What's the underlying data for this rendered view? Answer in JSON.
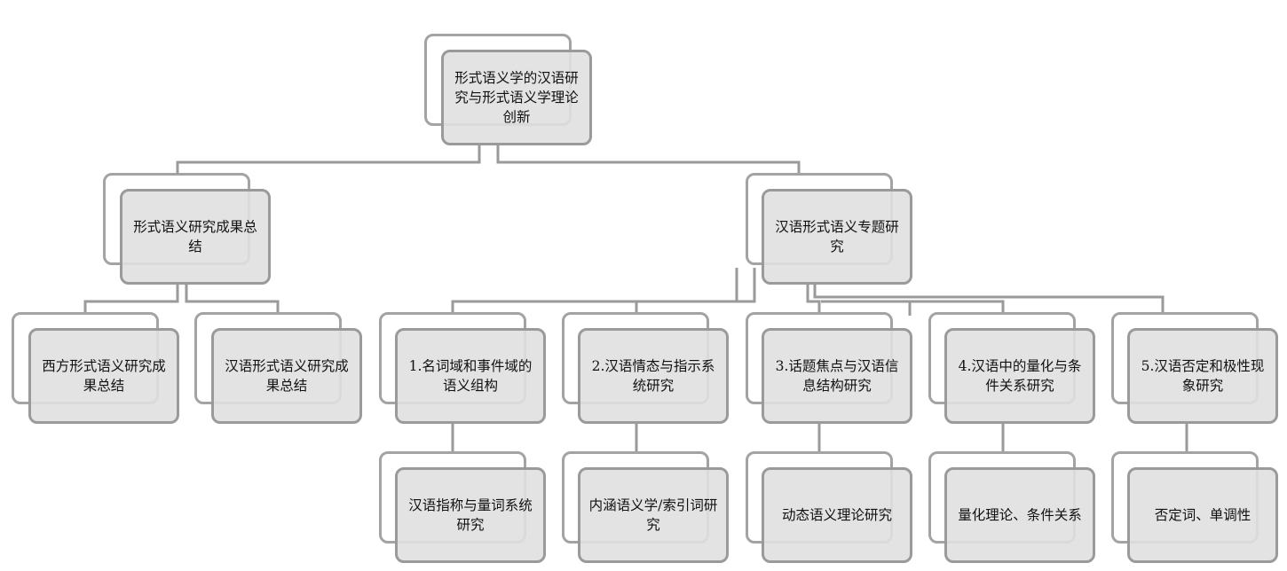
{
  "root": "形式语义学的汉语研究与形式语义学理论创新",
  "level1": [
    {
      "label": "形式语义研究成果总结",
      "children": [
        {
          "label": "西方形式语义研究成果总结"
        },
        {
          "label": "汉语形式语义研究成果总结"
        }
      ]
    },
    {
      "label": "汉语形式语义专题研究",
      "children": [
        {
          "label": "1.名词域和事件域的语义组构",
          "child": "汉语指称与量词系统研究"
        },
        {
          "label": "2.汉语情态与指示系统研究",
          "child": "内涵语义学/索引词研究"
        },
        {
          "label": "3.话题焦点与汉语信息结构研究",
          "child": "动态语义理论研究"
        },
        {
          "label": "4.汉语中的量化与条件关系研究",
          "child": "量化理论、条件关系"
        },
        {
          "label": "5.汉语否定和极性现象研究",
          "child": "否定词、单调性"
        }
      ]
    }
  ],
  "colors": {
    "line": "#9a9a9a",
    "box_fill": "#e0e0e0"
  }
}
